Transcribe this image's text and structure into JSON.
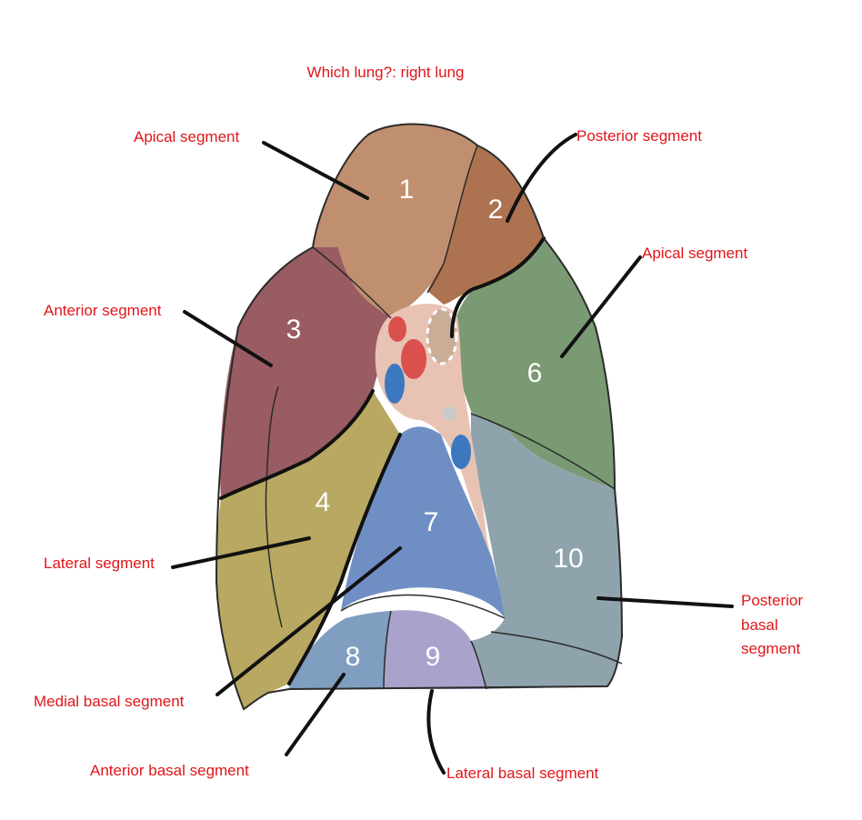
{
  "title": "Which lung?: right lung",
  "segments": {
    "s1": {
      "number": "1",
      "color": "#c08f70"
    },
    "s2": {
      "number": "2",
      "color": "#ad7350"
    },
    "s3": {
      "number": "3",
      "color": "#985c62"
    },
    "s4": {
      "number": "4",
      "color": "#b8a862"
    },
    "s6": {
      "number": "6",
      "color": "#7a9a74"
    },
    "s7": {
      "number": "7",
      "color": "#6f8fc4"
    },
    "s8": {
      "number": "8",
      "color": "#7f9ec0"
    },
    "s9": {
      "number": "9",
      "color": "#a9a3cc"
    },
    "s10": {
      "number": "10",
      "color": "#8fa3ad"
    }
  },
  "hilum_color": "#e8c3b4",
  "labels": {
    "apical_upper": "Apical segment",
    "posterior": "Posterior segment",
    "apical_lower": "Apical segment",
    "anterior": "Anterior segment",
    "lateral": "Lateral segment",
    "posterior_basal_1": "Posterior",
    "posterior_basal_2": "basal",
    "posterior_basal_3": "segment",
    "medial_basal": "Medial basal segment",
    "anterior_basal": "Anterior basal segment",
    "lateral_basal": "Lateral basal segment"
  },
  "colors": {
    "label_text": "#e0161b",
    "leader_line": "#111111",
    "medial_basal_leader": "#e0161b"
  }
}
